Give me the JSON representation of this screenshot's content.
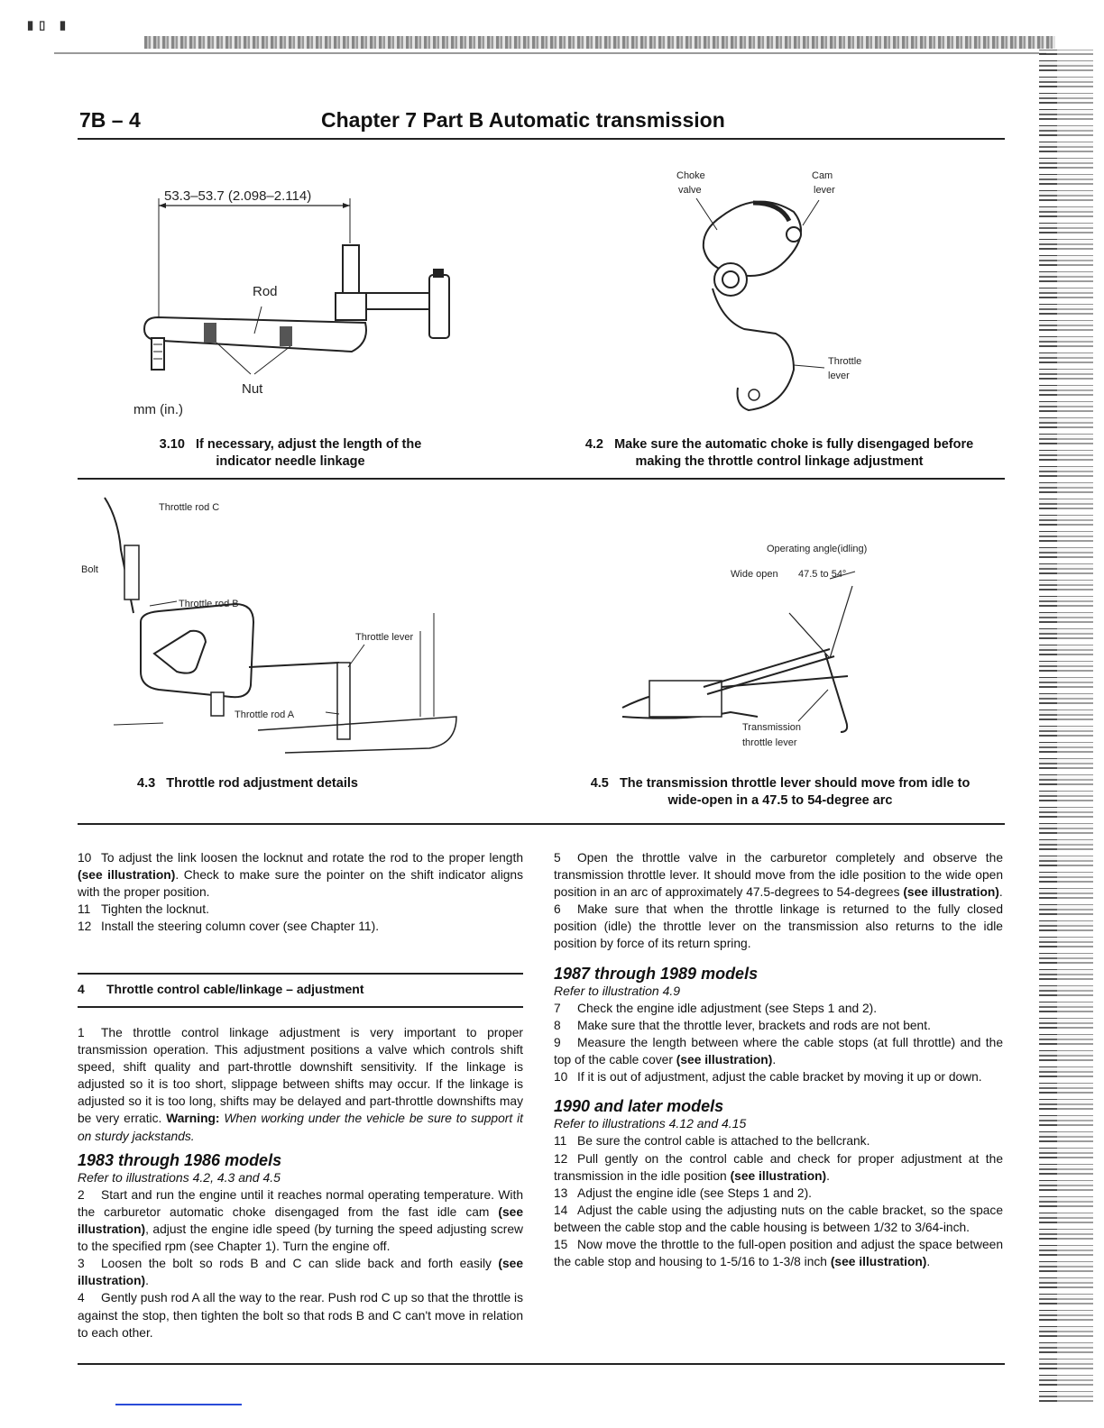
{
  "header": {
    "page_number": "7B – 4",
    "title": "Chapter 7  Part B   Automatic transmission"
  },
  "figures": [
    {
      "id": "3.10",
      "caption_num": "3.10",
      "caption": "If necessary, adjust the length of the indicator needle linkage",
      "labels": {
        "dimension": "53.3–53.7 (2.098–2.114)",
        "rod": "Rod",
        "nut": "Nut",
        "units": "mm (in.)"
      }
    },
    {
      "id": "4.2",
      "caption_num": "4.2",
      "caption": "Make sure the automatic choke is fully disengaged before making the throttle control linkage adjustment",
      "labels": {
        "choke_valve": [
          "Choke",
          "valve"
        ],
        "cam_lever": [
          "Cam",
          "lever"
        ],
        "throttle_lever": [
          "Throttle",
          "lever"
        ]
      }
    },
    {
      "id": "4.3",
      "caption_num": "4.3",
      "caption": "Throttle rod adjustment details",
      "labels": {
        "rod_c": "Throttle rod C",
        "bolt": "Bolt",
        "rod_b": "Throttle rod B",
        "lever": "Throttle lever",
        "rod_a": "Throttle rod A"
      }
    },
    {
      "id": "4.5",
      "caption_num": "4.5",
      "caption": "The transmission throttle lever should move from idle to wide-open in a 47.5 to 54-degree arc",
      "labels": {
        "operating_angle": "Operating angle(idling)",
        "wide_open": "Wide open",
        "angle": "47.5 to 54°",
        "trans_lever": [
          "Transmission",
          "throttle lever"
        ]
      }
    }
  ],
  "left_column": {
    "p10": "To adjust the link loosen the locknut and rotate the rod to the proper length",
    "p10_see": "(see illustration)",
    "p10b": ". Check to make sure the pointer on the shift indicator aligns with the proper position.",
    "p11": "Tighten the locknut.",
    "p12": "Install the steering column cover (see Chapter 11).",
    "section_num": "4",
    "section_title": "Throttle control cable/linkage – adjustment",
    "p1": "The throttle control linkage adjustment is very important to proper transmission operation. This adjustment positions a valve which controls shift speed, shift quality and part-throttle downshift sensitivity. If the linkage is adjusted so it is too short, slippage between shifts may occur. If the linkage is adjusted so it is too long, shifts may be delayed and part-throttle downshifts may be very erratic.",
    "p1_warning": "Warning:",
    "p1_warning_text": "When working under the vehicle be sure to support it on sturdy jackstands.",
    "sub1": "1983 through 1986 models",
    "sub1_refer": "Refer to illustrations 4.2, 4.3 and 4.5",
    "p2a": "Start and run the engine until it reaches normal operating temperature. With the carburetor automatic choke disengaged from the fast idle cam",
    "p2_see": "(see illustration)",
    "p2b": ", adjust the engine idle speed (by turning the speed adjusting screw to the specified rpm (see Chapter 1). Turn the engine off.",
    "p3a": "Loosen the bolt so rods B and C can slide back and forth easily",
    "p3_see": "(see illustration)",
    "p4": "Gently push rod A all the way to the rear. Push rod C up so that the throttle is against the stop, then tighten the bolt so that rods B and C can't move in relation to each other."
  },
  "right_column": {
    "p5a": "Open the throttle valve in the carburetor completely and observe the transmission throttle lever. It should move from the idle position to the wide open position in an arc of approximately 47.5-degrees to 54-degrees",
    "p5_see": "(see illustration)",
    "p6": "Make sure that when the throttle linkage is returned to the fully closed position (idle) the throttle lever on the transmission also returns to the idle position by force of its return spring.",
    "sub2": "1987 through 1989 models",
    "sub2_refer": "Refer to illustration 4.9",
    "p7": "Check the engine idle adjustment (see Steps 1 and 2).",
    "p8": "Make sure that the throttle lever, brackets and rods are not bent.",
    "p9a": "Measure the length between where the cable stops (at full throttle) and the top of the cable cover",
    "p9_see": "(see illustration)",
    "p10r": "If it is out of adjustment, adjust the cable bracket by moving it up or down.",
    "sub3": "1990 and later models",
    "sub3_refer": "Refer to illustrations 4.12 and 4.15",
    "p11r": "Be sure the control cable is attached to the bellcrank.",
    "p12ra": "Pull gently on the control cable and check for proper adjustment at the transmission in the idle position",
    "p12r_see": "(see illustration)",
    "p13r": "Adjust the engine idle (see Steps 1 and 2).",
    "p14r": "Adjust the cable using the adjusting nuts on the cable bracket, so the space between the cable stop and the cable housing is between 1/32 to 3/64-inch.",
    "p15ra": "Now move the throttle to the full-open position and adjust the space between the cable stop and housing to 1-5/16 to 1-3/8 inch",
    "p15r_see": "(see illustration)"
  }
}
